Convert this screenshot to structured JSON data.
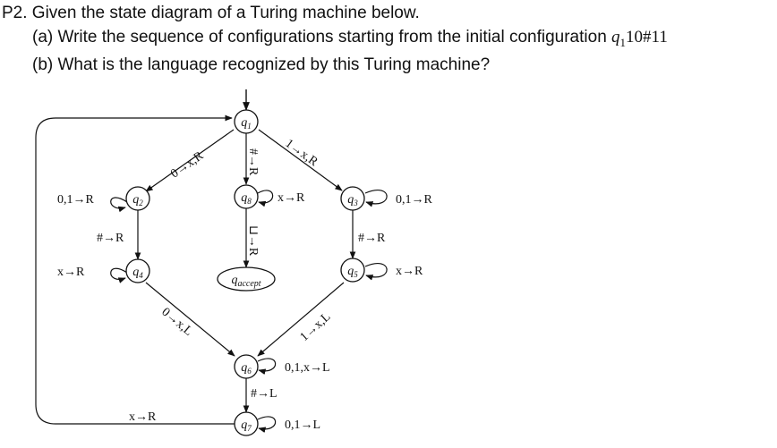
{
  "problem": {
    "title": "P2. Given the state diagram of a Turing machine below.",
    "part_a_text": "(a) Write the sequence of configurations starting from the initial configuration ",
    "part_a_config_state": "q",
    "part_a_config_sub": "1",
    "part_a_config_tape": "10#11",
    "part_b_text": "(b) What is the language recognized by this Turing machine?"
  },
  "diagram": {
    "states": [
      {
        "id": "q1",
        "name": "q",
        "sub": "1"
      },
      {
        "id": "q2",
        "name": "q",
        "sub": "2"
      },
      {
        "id": "q3",
        "name": "q",
        "sub": "3"
      },
      {
        "id": "q4",
        "name": "q",
        "sub": "4"
      },
      {
        "id": "q5",
        "name": "q",
        "sub": "5"
      },
      {
        "id": "q6",
        "name": "q",
        "sub": "6"
      },
      {
        "id": "q7",
        "name": "q",
        "sub": "7"
      },
      {
        "id": "q8",
        "name": "q",
        "sub": "8"
      },
      {
        "id": "qaccept",
        "name": "q",
        "sub": "accept"
      }
    ],
    "transitions": {
      "q1_q2": "0→x,R",
      "q1_q8": "#→R",
      "q1_q3": "1→x,R",
      "q2_loop": "0,1→R",
      "q2_q4": "#→R",
      "q3_loop": "0,1→R",
      "q3_q5": "#→R",
      "q4_loop": "x→R",
      "q5_loop": "x→R",
      "q8_loop": "x→R",
      "q8_qaccept": "⊔→R",
      "q4_q6": "0→x,L",
      "q5_q6": "1→x,L",
      "q6_loop": "0,1,x→L",
      "q6_q7": "#→L",
      "q7_loop": "0,1→L",
      "q7_q1": "x→R"
    }
  }
}
